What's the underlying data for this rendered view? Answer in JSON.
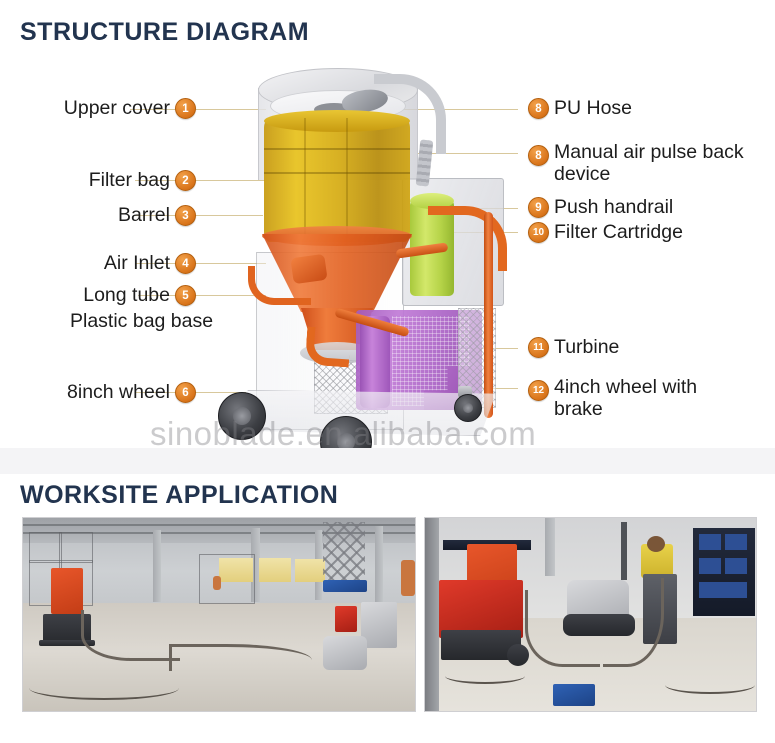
{
  "sections": {
    "structure": {
      "title": "STRUCTURE DIAGRAM"
    },
    "worksite": {
      "title": "WORKSITE APPLICATION"
    }
  },
  "theme": {
    "title_color": "#22344f",
    "badge_color": "#d9741a",
    "leader_color": "#d8c89c",
    "background": "#ffffff"
  },
  "diagram": {
    "watermark": "sinoblade.en.alibaba.com",
    "left_labels": [
      {
        "number": "1",
        "text": "Upper  cover"
      },
      {
        "number": "2",
        "text": "Filter  bag"
      },
      {
        "number": "3",
        "text": "Barrel"
      },
      {
        "number": "4",
        "text": "Air Inlet"
      },
      {
        "number": "5",
        "text": "Long tube"
      },
      {
        "number": "6",
        "text": "8inch wheel"
      }
    ],
    "left_sublabel": "Plastic bag base",
    "right_labels": [
      {
        "number": "8",
        "text": "PU Hose"
      },
      {
        "number": "8",
        "text": "Manual air pulse back device"
      },
      {
        "number": "9",
        "text": "Push handrail"
      },
      {
        "number": "10",
        "text": "Filter Cartridge"
      },
      {
        "number": "11",
        "text": "Turbine"
      },
      {
        "number": "12",
        "text": "4inch wheel with  brake"
      }
    ],
    "part_colors": {
      "filter_bag": "#d5ab13",
      "barrel_cone": "#e2601f",
      "filter_cartridge": "#b5d348",
      "turbine": "#ab63c6",
      "handrail": "#e2681f",
      "wheel": "#3c3e43"
    }
  },
  "photos": [
    {
      "caption": "warehouse-floor-grinding"
    },
    {
      "caption": "indoor-floor-grinding-operator"
    }
  ]
}
